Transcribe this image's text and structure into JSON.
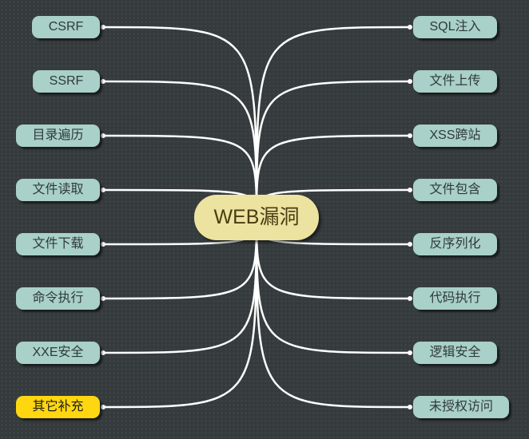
{
  "center": {
    "label": "WEB漏洞"
  },
  "left_nodes": [
    {
      "label": "CSRF",
      "highlight": false
    },
    {
      "label": "SSRF",
      "highlight": false
    },
    {
      "label": "目录遍历",
      "highlight": false
    },
    {
      "label": "文件读取",
      "highlight": false
    },
    {
      "label": "文件下载",
      "highlight": false
    },
    {
      "label": "命令执行",
      "highlight": false
    },
    {
      "label": "XXE安全",
      "highlight": false
    },
    {
      "label": "其它补充",
      "highlight": true
    }
  ],
  "right_nodes": [
    {
      "label": "SQL注入",
      "highlight": false
    },
    {
      "label": "文件上传",
      "highlight": false
    },
    {
      "label": "XSS跨站",
      "highlight": false
    },
    {
      "label": "文件包含",
      "highlight": false
    },
    {
      "label": "反序列化",
      "highlight": false
    },
    {
      "label": "代码执行",
      "highlight": false
    },
    {
      "label": "逻辑安全",
      "highlight": false
    },
    {
      "label": "未授权访问",
      "highlight": false
    }
  ],
  "colors": {
    "background": "#353b3d",
    "node": "#a9d0c9",
    "node_highlight": "#ffd710",
    "center": "#ece3a0",
    "connector": "#ffffff"
  }
}
